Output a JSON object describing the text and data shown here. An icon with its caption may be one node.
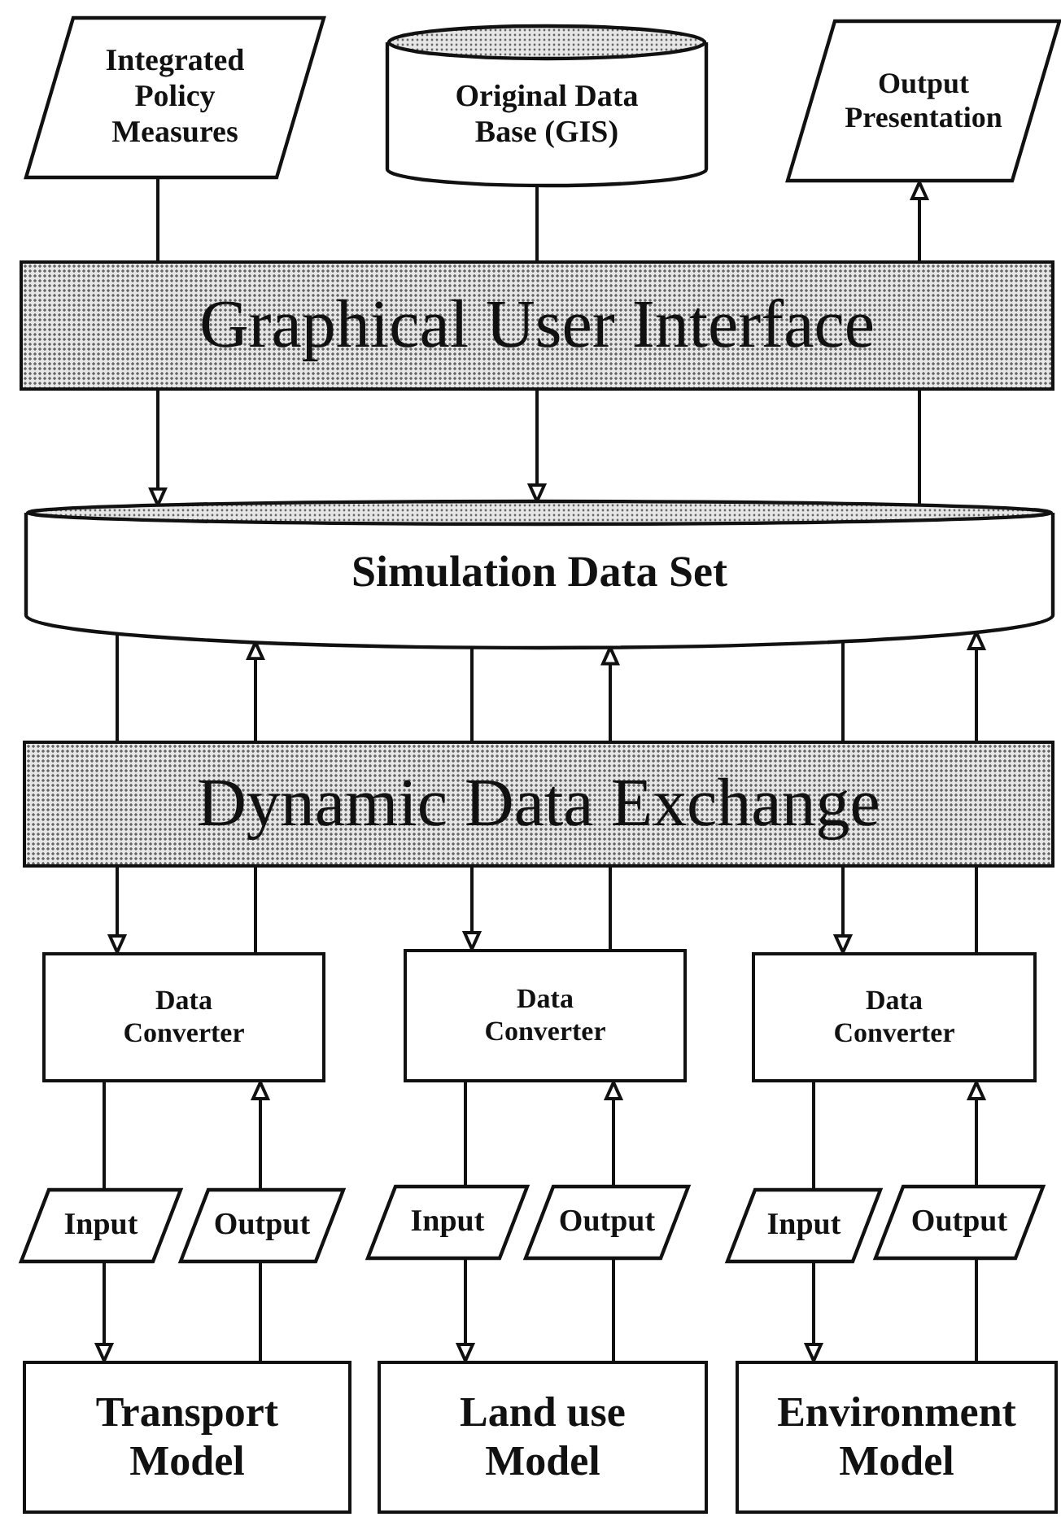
{
  "diagram": {
    "nodes": [
      {
        "text": [
          "Integrated Policy Measures"
        ]
      },
      {
        "text": [
          "Original Data Base (GIS)"
        ]
      },
      {
        "text": [
          "Output Presentation"
        ]
      },
      {
        "text": [
          "Graphical User Interface"
        ]
      },
      {
        "text": [
          "Simulation Data Set"
        ]
      },
      {
        "text": [
          "Dynamic Data Exchange"
        ]
      },
      {
        "text": [
          "Data Converter"
        ]
      },
      {
        "text": [
          "Data Converter"
        ]
      },
      {
        "text": [
          "Data Converter"
        ]
      },
      {
        "text": [
          "Input"
        ]
      },
      {
        "text": [
          "Output"
        ]
      },
      {
        "text": [
          "Input"
        ]
      },
      {
        "text": [
          "Output"
        ]
      },
      {
        "text": [
          "Input"
        ]
      },
      {
        "text": [
          "Output"
        ]
      },
      {
        "text": [
          "Transport Model"
        ]
      },
      {
        "text": [
          "Land use Model"
        ]
      },
      {
        "text": [
          "Environment Model"
        ]
      }
    ],
    "edges": [
      {
        "from": 0,
        "to": 3,
        "arrow": "none"
      },
      {
        "from": 3,
        "to": 4,
        "arrow": "to"
      },
      {
        "from": 1,
        "to": 3,
        "arrow": "none"
      },
      {
        "from": 3,
        "to": 4,
        "arrow": "to"
      },
      {
        "from": 4,
        "to": 3,
        "arrow": "none"
      },
      {
        "from": 3,
        "to": 2,
        "arrow": "to"
      },
      {
        "from": 4,
        "to": 5,
        "arrow": "none"
      },
      {
        "from": 5,
        "to": 6,
        "arrow": "to"
      },
      {
        "from": 6,
        "to": 5,
        "arrow": "none"
      },
      {
        "from": 5,
        "to": 4,
        "arrow": "to"
      },
      {
        "from": 6,
        "to": 9,
        "arrow": "none"
      },
      {
        "from": 9,
        "to": 15,
        "arrow": "to"
      },
      {
        "from": 15,
        "to": 10,
        "arrow": "none"
      },
      {
        "from": 10,
        "to": 6,
        "arrow": "to"
      },
      {
        "from": 4,
        "to": 5,
        "arrow": "none"
      },
      {
        "from": 5,
        "to": 7,
        "arrow": "to"
      },
      {
        "from": 7,
        "to": 5,
        "arrow": "none"
      },
      {
        "from": 5,
        "to": 4,
        "arrow": "to"
      },
      {
        "from": 7,
        "to": 11,
        "arrow": "none"
      },
      {
        "from": 11,
        "to": 16,
        "arrow": "to"
      },
      {
        "from": 16,
        "to": 12,
        "arrow": "none"
      },
      {
        "from": 12,
        "to": 7,
        "arrow": "to"
      },
      {
        "from": 4,
        "to": 5,
        "arrow": "none"
      },
      {
        "from": 5,
        "to": 8,
        "arrow": "to"
      },
      {
        "from": 8,
        "to": 5,
        "arrow": "none"
      },
      {
        "from": 5,
        "to": 4,
        "arrow": "to"
      },
      {
        "from": 8,
        "to": 13,
        "arrow": "none"
      },
      {
        "from": 13,
        "to": 17,
        "arrow": "to"
      },
      {
        "from": 17,
        "to": 14,
        "arrow": "none"
      },
      {
        "from": 14,
        "to": 8,
        "arrow": "to"
      }
    ]
  }
}
